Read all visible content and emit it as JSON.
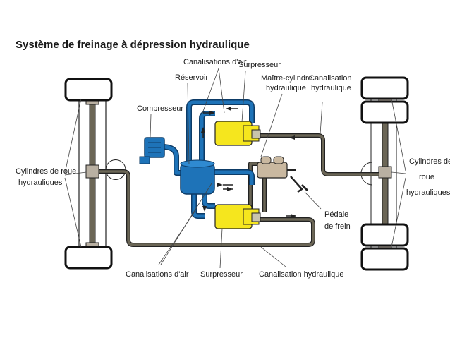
{
  "title": "Système de freinage à dépression hydraulique",
  "labels": {
    "air_lines_top": "Canalisations d'air",
    "booster_top": "Surpresseur",
    "reservoir": "Réservoir",
    "master_cylinder_1": "Maître-cylindre",
    "master_cylinder_2": "hydraulique",
    "hydraulic_line_top_1": "Canalisation",
    "hydraulic_line_top_2": "hydraulique",
    "compressor": "Compresseur",
    "wheel_cyl_left_1": "Cylindres de roue",
    "wheel_cyl_left_2": "hydrauliques",
    "wheel_cyl_right_1": "Cylindres de",
    "wheel_cyl_right_2": "roue",
    "wheel_cyl_right_3": "hydrauliques",
    "brake_pedal_1": "Pédale",
    "brake_pedal_2": "de frein",
    "air_lines_bottom": "Canalisations d'air",
    "booster_bottom": "Surpresseur",
    "hydraulic_line_bottom": "Canalisation hydraulique"
  },
  "colors": {
    "air_line": "#1e73b8",
    "reservoir": "#1e73b8",
    "booster": "#f5e61e",
    "hydraulic_line": "#6b6656",
    "wheel": "#111111",
    "outline": "#222222"
  }
}
